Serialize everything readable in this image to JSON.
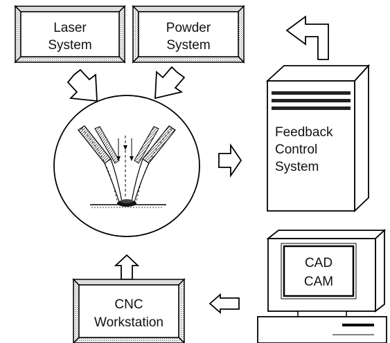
{
  "blocks": {
    "laser": {
      "line1": "Laser",
      "line2": "System"
    },
    "powder": {
      "line1": "Powder",
      "line2": "System"
    },
    "cnc": {
      "line1": "CNC",
      "line2": "Workstation"
    }
  },
  "feedback": {
    "line1": "Feedback",
    "line2": "Control",
    "line3": "System"
  },
  "computer": {
    "line1": "CAD",
    "line2": "CAM"
  }
}
